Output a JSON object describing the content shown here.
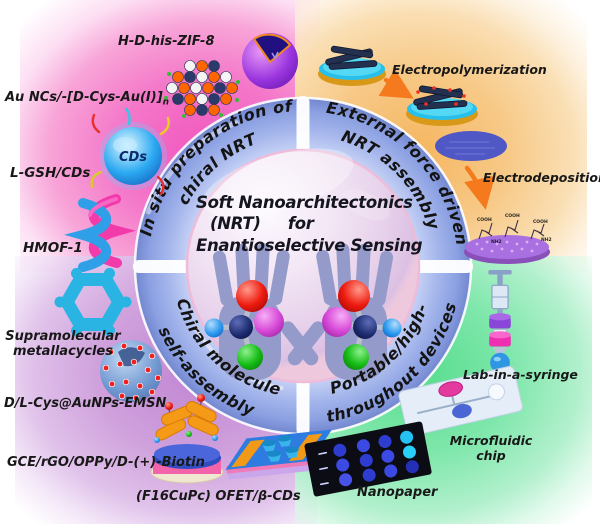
{
  "title": {
    "line1": "Soft Nanoarchitectonics",
    "line2": "(NRT)     for",
    "line3": "Enantioselective Sensing"
  },
  "ring": {
    "top_left": {
      "line1": "In situ preparation of",
      "line2": "chiral NRT"
    },
    "top_right": {
      "line1": "External force driven",
      "line2": "NRT assembly"
    },
    "bottom_left": {
      "line1": "Chiral molecule",
      "line2": "self-assembly"
    },
    "bottom_right": {
      "line1": "Portable/high-",
      "line2": "throughout devices"
    }
  },
  "labels": {
    "zif8": "H-D-his-ZIF-8",
    "au_ncs_main": "Au NCs/-[D-Cys-Au(I)]",
    "au_ncs_sub": "n",
    "lgsh": "L-GSH/CDs",
    "cds": "CDs",
    "hmof": "HMOF-1",
    "supramolecular": "Supramolecular metallacycles",
    "dlcys": "D/L-Cys@AuNPs-EMSN",
    "gce": "GCE/rGO/OPPy/D-(+)-Biotin",
    "ofet": "(F16CuPc) OFET/β-CDs",
    "electropolymerization": "Electropolymerization",
    "electrodeposition": "Electrodeposition",
    "lab_syringe": "Lab-in-a-syringe",
    "microfluidic": "Microfluidic chip",
    "nanopaper": "Nanopaper",
    "cooh": "COOH",
    "nh2": "NH2"
  },
  "colors": {
    "quad_top_left_pink": "#f156bd",
    "quad_top_right_orange": "#f5b660",
    "quad_bottom_left_purple": "#c186d2",
    "quad_bottom_right_green": "#58dd8e",
    "ring_blue": "#8fa6e6",
    "center_sphere": "#ead9f0",
    "hands": "#949bca",
    "arrow_orange": "#f57a1e"
  }
}
